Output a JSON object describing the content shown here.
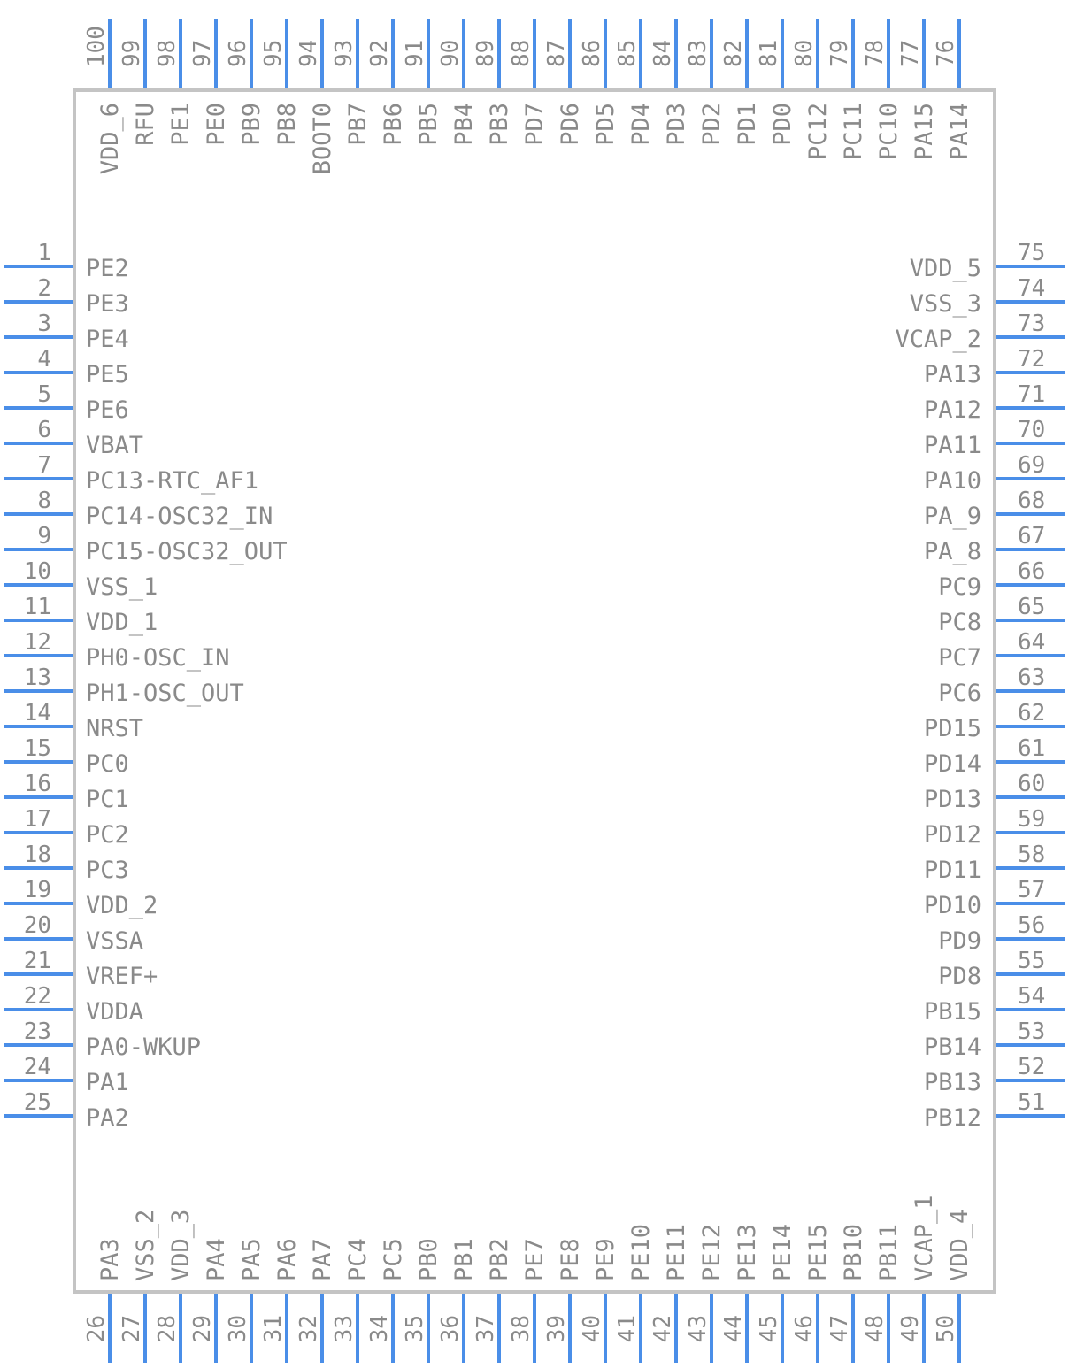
{
  "colors": {
    "pin": "#4a8ee8",
    "body": "#c4c4c4",
    "text": "#8a8a8a"
  },
  "left_pins": [
    {
      "num": "1",
      "name": "PE2"
    },
    {
      "num": "2",
      "name": "PE3"
    },
    {
      "num": "3",
      "name": "PE4"
    },
    {
      "num": "4",
      "name": "PE5"
    },
    {
      "num": "5",
      "name": "PE6"
    },
    {
      "num": "6",
      "name": "VBAT"
    },
    {
      "num": "7",
      "name": "PC13-RTC_AF1"
    },
    {
      "num": "8",
      "name": "PC14-OSC32_IN"
    },
    {
      "num": "9",
      "name": "PC15-OSC32_OUT"
    },
    {
      "num": "10",
      "name": "VSS_1"
    },
    {
      "num": "11",
      "name": "VDD_1"
    },
    {
      "num": "12",
      "name": "PH0-OSC_IN"
    },
    {
      "num": "13",
      "name": "PH1-OSC_OUT"
    },
    {
      "num": "14",
      "name": "NRST"
    },
    {
      "num": "15",
      "name": "PC0"
    },
    {
      "num": "16",
      "name": "PC1"
    },
    {
      "num": "17",
      "name": "PC2"
    },
    {
      "num": "18",
      "name": "PC3"
    },
    {
      "num": "19",
      "name": "VDD_2"
    },
    {
      "num": "20",
      "name": "VSSA"
    },
    {
      "num": "21",
      "name": "VREF+"
    },
    {
      "num": "22",
      "name": "VDDA"
    },
    {
      "num": "23",
      "name": "PA0-WKUP"
    },
    {
      "num": "24",
      "name": "PA1"
    },
    {
      "num": "25",
      "name": "PA2"
    }
  ],
  "right_pins": [
    {
      "num": "75",
      "name": "VDD_5"
    },
    {
      "num": "74",
      "name": "VSS_3"
    },
    {
      "num": "73",
      "name": "VCAP_2"
    },
    {
      "num": "72",
      "name": "PA13"
    },
    {
      "num": "71",
      "name": "PA12"
    },
    {
      "num": "70",
      "name": "PA11"
    },
    {
      "num": "69",
      "name": "PA10"
    },
    {
      "num": "68",
      "name": "PA_9"
    },
    {
      "num": "67",
      "name": "PA_8"
    },
    {
      "num": "66",
      "name": "PC9"
    },
    {
      "num": "65",
      "name": "PC8"
    },
    {
      "num": "64",
      "name": "PC7"
    },
    {
      "num": "63",
      "name": "PC6"
    },
    {
      "num": "62",
      "name": "PD15"
    },
    {
      "num": "61",
      "name": "PD14"
    },
    {
      "num": "60",
      "name": "PD13"
    },
    {
      "num": "59",
      "name": "PD12"
    },
    {
      "num": "58",
      "name": "PD11"
    },
    {
      "num": "57",
      "name": "PD10"
    },
    {
      "num": "56",
      "name": "PD9"
    },
    {
      "num": "55",
      "name": "PD8"
    },
    {
      "num": "54",
      "name": "PB15"
    },
    {
      "num": "53",
      "name": "PB14"
    },
    {
      "num": "52",
      "name": "PB13"
    },
    {
      "num": "51",
      "name": "PB12"
    }
  ],
  "top_pins": [
    {
      "num": "100",
      "name": "VDD_6"
    },
    {
      "num": "99",
      "name": "RFU"
    },
    {
      "num": "98",
      "name": "PE1"
    },
    {
      "num": "97",
      "name": "PE0"
    },
    {
      "num": "96",
      "name": "PB9"
    },
    {
      "num": "95",
      "name": "PB8"
    },
    {
      "num": "94",
      "name": "BOOT0"
    },
    {
      "num": "93",
      "name": "PB7"
    },
    {
      "num": "92",
      "name": "PB6"
    },
    {
      "num": "91",
      "name": "PB5"
    },
    {
      "num": "90",
      "name": "PB4"
    },
    {
      "num": "89",
      "name": "PB3"
    },
    {
      "num": "88",
      "name": "PD7"
    },
    {
      "num": "87",
      "name": "PD6"
    },
    {
      "num": "86",
      "name": "PD5"
    },
    {
      "num": "85",
      "name": "PD4"
    },
    {
      "num": "84",
      "name": "PD3"
    },
    {
      "num": "83",
      "name": "PD2"
    },
    {
      "num": "82",
      "name": "PD1"
    },
    {
      "num": "81",
      "name": "PD0"
    },
    {
      "num": "80",
      "name": "PC12"
    },
    {
      "num": "79",
      "name": "PC11"
    },
    {
      "num": "78",
      "name": "PC10"
    },
    {
      "num": "77",
      "name": "PA15"
    },
    {
      "num": "76",
      "name": "PA14"
    }
  ],
  "bottom_pins": [
    {
      "num": "26",
      "name": "PA3"
    },
    {
      "num": "27",
      "name": "VSS_2"
    },
    {
      "num": "28",
      "name": "VDD_3"
    },
    {
      "num": "29",
      "name": "PA4"
    },
    {
      "num": "30",
      "name": "PA5"
    },
    {
      "num": "31",
      "name": "PA6"
    },
    {
      "num": "32",
      "name": "PA7"
    },
    {
      "num": "33",
      "name": "PC4"
    },
    {
      "num": "34",
      "name": "PC5"
    },
    {
      "num": "35",
      "name": "PB0"
    },
    {
      "num": "36",
      "name": "PB1"
    },
    {
      "num": "37",
      "name": "PB2"
    },
    {
      "num": "38",
      "name": "PE7"
    },
    {
      "num": "39",
      "name": "PE8"
    },
    {
      "num": "40",
      "name": "PE9"
    },
    {
      "num": "41",
      "name": "PE10"
    },
    {
      "num": "42",
      "name": "PE11"
    },
    {
      "num": "43",
      "name": "PE12"
    },
    {
      "num": "44",
      "name": "PE13"
    },
    {
      "num": "45",
      "name": "PE14"
    },
    {
      "num": "46",
      "name": "PE15"
    },
    {
      "num": "47",
      "name": "PB10"
    },
    {
      "num": "48",
      "name": "PB11"
    },
    {
      "num": "49",
      "name": "VCAP_1"
    },
    {
      "num": "50",
      "name": "VDD_4"
    }
  ]
}
